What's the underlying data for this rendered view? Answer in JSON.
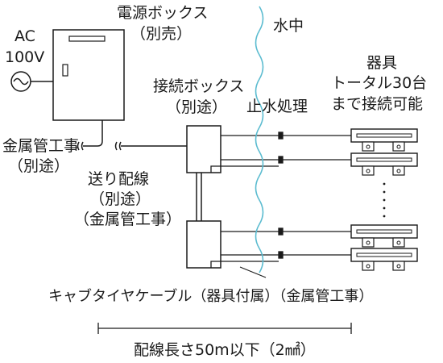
{
  "labels": {
    "power_box_line1": "電源ボックス",
    "power_box_line2": "（別売）",
    "ac_line1": "AC",
    "ac_line2": "100V",
    "underwater": "水中",
    "fixture_line1": "器具",
    "fixture_line2": "トータル30台",
    "fixture_line3": "まで接続可能",
    "junction_line1": "接続ボックス",
    "junction_line2": "（別途）",
    "waterproof": "止水処理",
    "metal_conduit_line1": "金属管工事",
    "metal_conduit_line2": "（別途）",
    "feed_line1": "送り配線",
    "feed_line2": "（別途）",
    "feed_line3": "（金属管工事）",
    "cabtyre": "キャブタイヤケーブル（器具付属）（金属管工事）",
    "length": "配線長さ50m以下（2㎟）"
  },
  "colors": {
    "water_line": "#5cbcd0",
    "line": "#1a1a1a",
    "background": "#ffffff"
  }
}
